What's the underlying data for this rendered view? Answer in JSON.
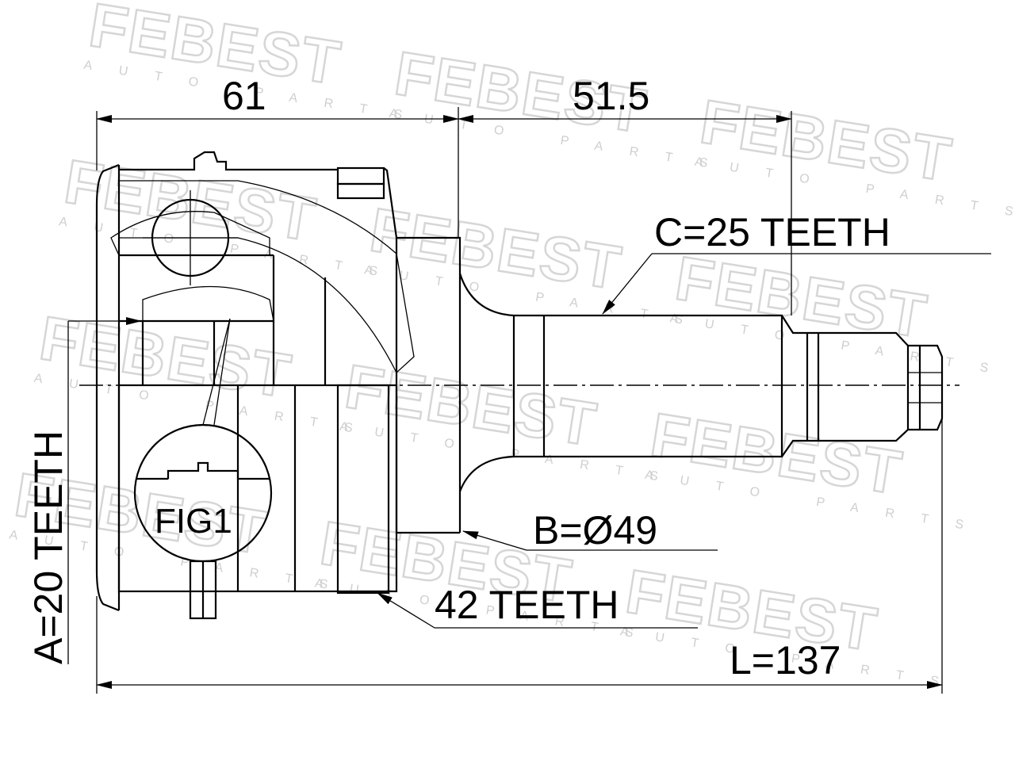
{
  "watermark": {
    "brand": "FEBEST",
    "tagline": "AUTO PARTS"
  },
  "dimensions": {
    "width_left": "61",
    "width_right": "51.5",
    "outer_spline": "C=25 TEETH",
    "inner_spline": "A=20 TEETH",
    "seal_diameter": "B=Ø49",
    "abs_ring": "42 TEETH",
    "total_length": "L=137"
  },
  "detail": {
    "label": "FIG1"
  },
  "colors": {
    "line": "#000000",
    "watermark": "#d6d6d6",
    "background": "#ffffff"
  }
}
